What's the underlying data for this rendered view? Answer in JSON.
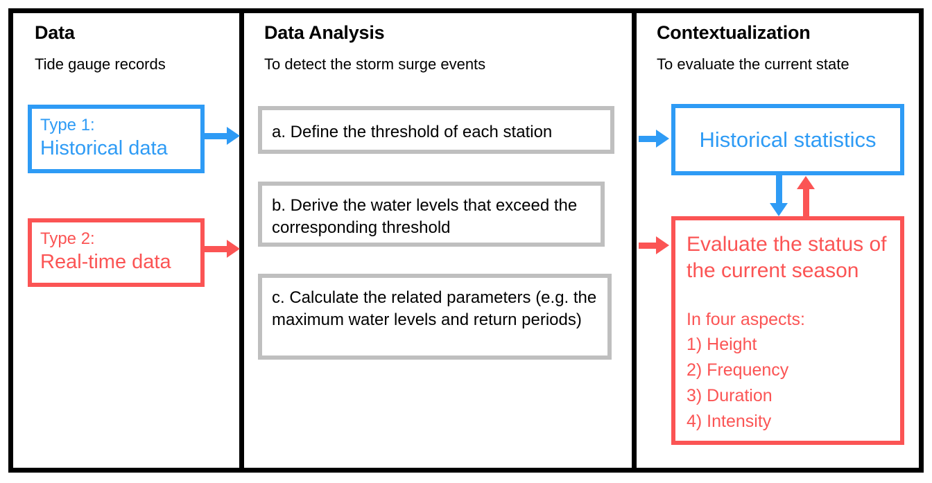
{
  "diagram": {
    "title_colors": {
      "blue": "#2E9BF5",
      "red": "#FB5454",
      "gray": "#BFBFBF",
      "black": "#000000"
    }
  },
  "panels": [
    {
      "id": "data",
      "title": "Data",
      "subtitle": "Tide gauge records",
      "boxes": [
        {
          "id": "type1",
          "label": "Type 1:",
          "main": "Historical data",
          "color": "blue"
        },
        {
          "id": "type2",
          "label": "Type 2:",
          "main": "Real-time data",
          "color": "red"
        }
      ]
    },
    {
      "id": "data-analysis",
      "title": "Data Analysis",
      "subtitle": "To detect the storm surge events",
      "steps": [
        {
          "id": "step-a",
          "text": "a. Define the threshold of each station"
        },
        {
          "id": "step-b",
          "text": "b. Derive the water levels that exceed the corresponding threshold"
        },
        {
          "id": "step-c",
          "text": "c.  Calculate the related parameters (e.g. the maximum water levels and return periods)"
        }
      ]
    },
    {
      "id": "contextualization",
      "title": "Contextualization",
      "subtitle": "To evaluate the current state",
      "historical_box": {
        "id": "historical-statistics",
        "text": "Historical statistics",
        "color": "blue"
      },
      "evaluate_box": {
        "id": "evaluate-status",
        "heading": "Evaluate the status of the current season",
        "aspects_intro": "In four aspects:",
        "aspects": [
          "1) Height",
          "2) Frequency",
          "3) Duration",
          "4) Intensity"
        ],
        "color": "red"
      }
    }
  ],
  "connectors": [
    {
      "id": "type1-to-analysis",
      "color": "blue",
      "direction": "right"
    },
    {
      "id": "type2-to-analysis",
      "color": "red",
      "direction": "right"
    },
    {
      "id": "analysis-to-historical",
      "color": "blue",
      "direction": "right"
    },
    {
      "id": "analysis-to-evaluate",
      "color": "red",
      "direction": "right"
    },
    {
      "id": "historical-to-evaluate",
      "color": "blue",
      "direction": "down"
    },
    {
      "id": "evaluate-to-historical",
      "color": "red",
      "direction": "up"
    }
  ]
}
